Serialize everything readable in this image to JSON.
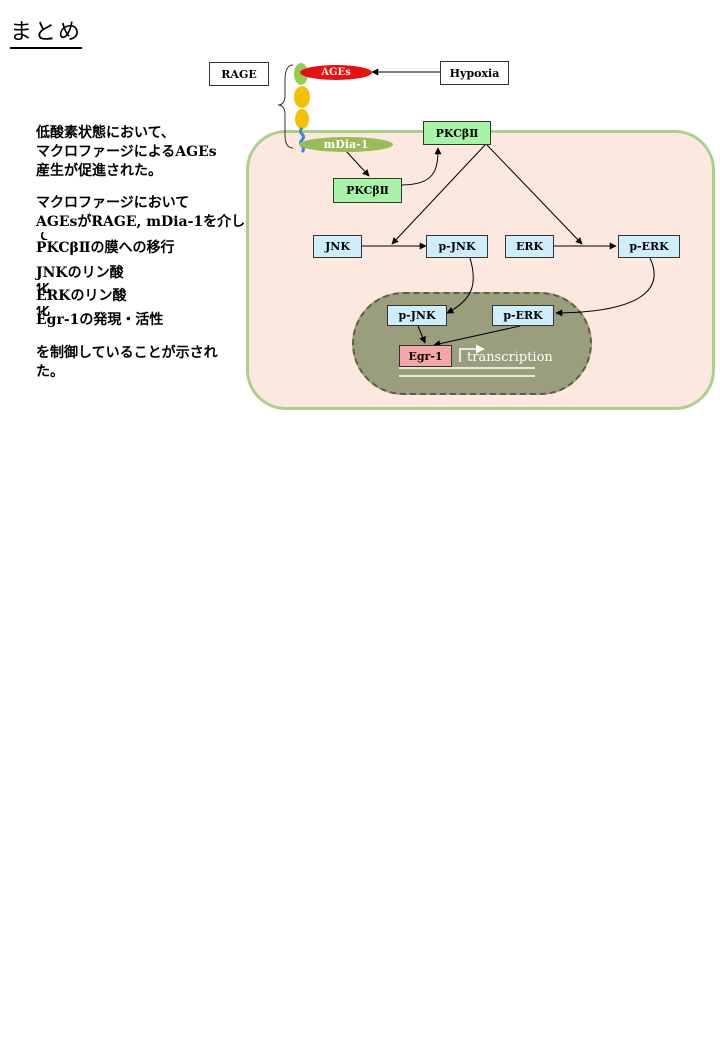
{
  "title": "まとめ",
  "summary": {
    "para1_line1": "低酸素状態において、",
    "para1_line2": "マクロファージによるAGEs",
    "para1_line3": "産生が促進された。",
    "para2_line1": "マクロファージにおいて",
    "para2_line2": "AGEsがRAGE, mDia-1を介し",
    "para2_line3": "て",
    "item1": "PKCβⅡの膜への移行",
    "item2_line1": "JNKのリン酸",
    "item2_line2": "化",
    "item3_line1": "ERKのリン酸",
    "item3_line2": "化",
    "item4": "Egr-1の発現・活性",
    "conclusion_line1": "を制御していることが示され",
    "conclusion_line2": "た。"
  },
  "diagram": {
    "rage": "RAGE",
    "ages": "AGEs",
    "hypoxia": "Hypoxia",
    "mdia1": "mDia-1",
    "pkc_membrane": "PKCβⅡ",
    "pkc_cytosol": "PKCβⅡ",
    "jnk": "JNK",
    "p_jnk": "p-JNK",
    "erk": "ERK",
    "p_erk": "p-ERK",
    "nuc_p_jnk": "p-JNK",
    "nuc_p_erk": "p-ERK",
    "egr1": "Egr-1",
    "transcription": "transcription"
  },
  "colors": {
    "cell_fill": "#fde8e0",
    "cell_border": "#a9d18e",
    "nucleus_fill": "#9a9e7c",
    "kinase_box": "#cdeefa",
    "pkc_box": "#a6f5a6",
    "egr1_box": "#f4a6a6",
    "ages_fill": "#e81010",
    "mdia1_fill": "#9bbb59",
    "receptor_domain": "#f5c000"
  }
}
